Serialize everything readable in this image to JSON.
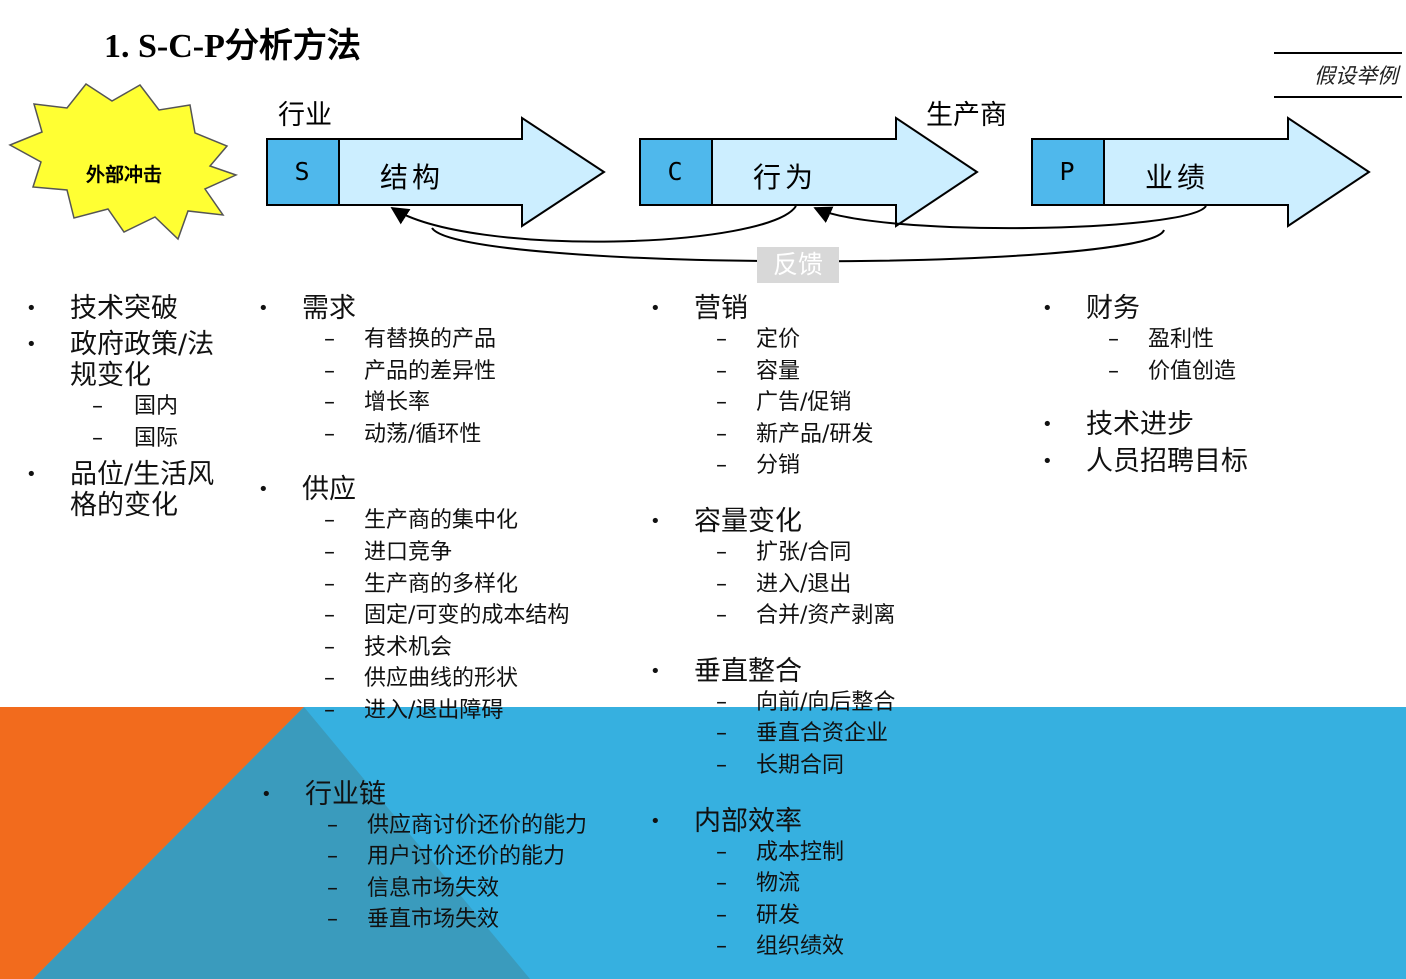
{
  "title": "1. S-C-P分析方法",
  "example_tag": "假设举例",
  "top_labels": {
    "industry": "行业",
    "producer": "生产商"
  },
  "external_shock": "外部冲击",
  "arrows": [
    {
      "letter": "S",
      "word": "结构"
    },
    {
      "letter": "C",
      "word": "行为"
    },
    {
      "letter": "P",
      "word": "业绩"
    }
  ],
  "feedback": "反馈",
  "columns": {
    "shock": {
      "groups": [
        {
          "title": "技术突破",
          "items": []
        },
        {
          "title": "政府政策/法规变化",
          "items": [
            "国内",
            "国际"
          ]
        },
        {
          "title": "品位/生活风格的变化",
          "items": []
        }
      ]
    },
    "structure": {
      "groups": [
        {
          "title": "需求",
          "items": [
            "有替换的产品",
            "产品的差异性",
            "增长率",
            "动荡/循环性"
          ]
        },
        {
          "title": "供应",
          "items": [
            "生产商的集中化",
            "进口竞争",
            "生产商的多样化",
            "固定/可变的成本结构",
            "技术机会",
            "供应曲线的形状",
            "进入/退出障碍"
          ]
        },
        {
          "title": "行业链",
          "items": [
            "供应商讨价还价的能力",
            "用户讨价还价的能力",
            "信息市场失效",
            "垂直市场失效"
          ]
        }
      ]
    },
    "conduct": {
      "groups": [
        {
          "title": "营销",
          "items": [
            "定价",
            "容量",
            "广告/促销",
            "新产品/研发",
            "分销"
          ]
        },
        {
          "title": "容量变化",
          "items": [
            "扩张/合同",
            "进入/退出",
            "合并/资产剥离"
          ]
        },
        {
          "title": "垂直整合",
          "items": [
            "向前/向后整合",
            "垂直合资企业",
            "长期合同"
          ]
        },
        {
          "title": "内部效率",
          "items": [
            "成本控制",
            "物流",
            "研发",
            "组织绩效"
          ]
        }
      ]
    },
    "performance": {
      "groups": [
        {
          "title": "财务",
          "items": [
            "盈利性",
            "价值创造"
          ]
        },
        {
          "title": "技术进步",
          "items": []
        },
        {
          "title": "人员招聘目标",
          "items": []
        }
      ]
    }
  },
  "colors": {
    "arrow_fill": "#cceeff",
    "letter_box": "#4fb8ec",
    "shock_fill": "#ffff33",
    "band_blue": "#36b0e0",
    "band_orange": "#f26b1d",
    "band_overlap": "#3a9bbd"
  }
}
